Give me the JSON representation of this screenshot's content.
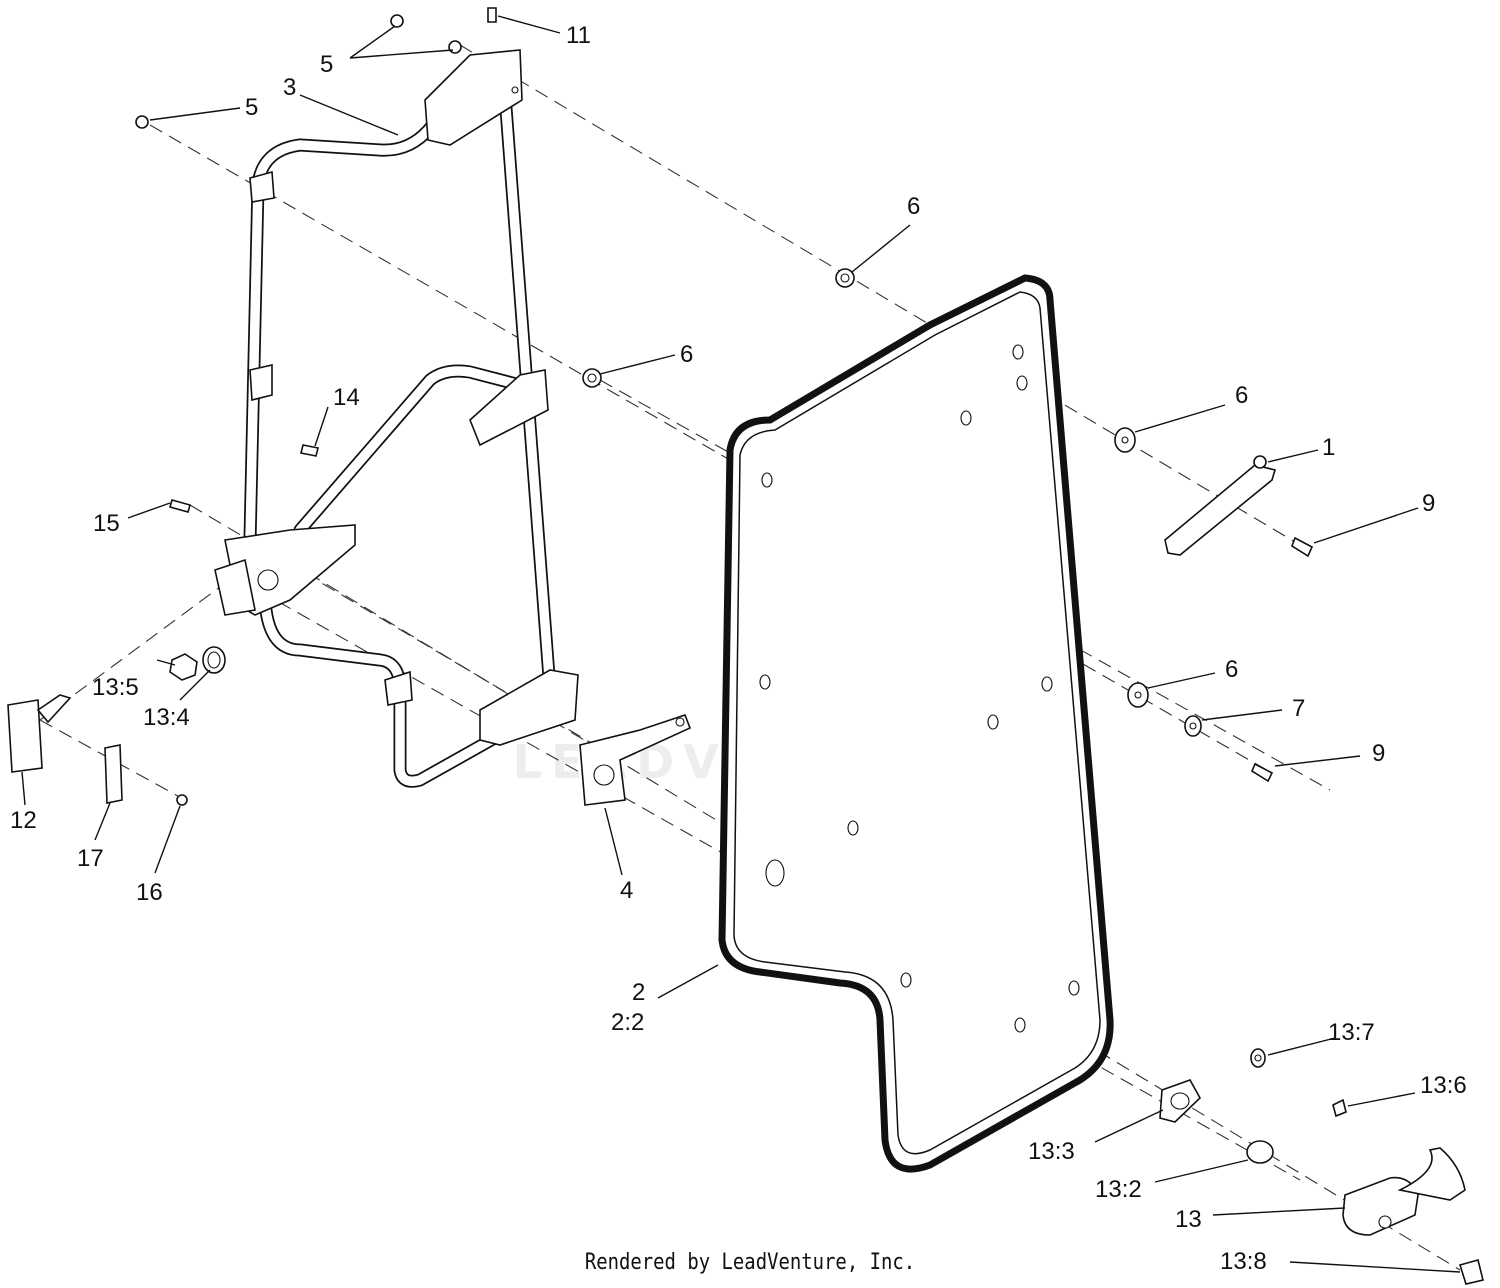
{
  "callouts": [
    {
      "id": "c1",
      "text": "1"
    },
    {
      "id": "c2",
      "text": "2"
    },
    {
      "id": "c2b",
      "text": "2:2"
    },
    {
      "id": "c3",
      "text": "3"
    },
    {
      "id": "c4",
      "text": "4"
    },
    {
      "id": "c5a",
      "text": "5"
    },
    {
      "id": "c5b",
      "text": "5"
    },
    {
      "id": "c6a",
      "text": "6"
    },
    {
      "id": "c6b",
      "text": "6"
    },
    {
      "id": "c6c",
      "text": "6"
    },
    {
      "id": "c6d",
      "text": "6"
    },
    {
      "id": "c7",
      "text": "7"
    },
    {
      "id": "c9a",
      "text": "9"
    },
    {
      "id": "c9b",
      "text": "9"
    },
    {
      "id": "c11",
      "text": "11"
    },
    {
      "id": "c12",
      "text": "12"
    },
    {
      "id": "c13",
      "text": "13"
    },
    {
      "id": "c13_2",
      "text": "13:2"
    },
    {
      "id": "c13_3",
      "text": "13:3"
    },
    {
      "id": "c13_4",
      "text": "13:4"
    },
    {
      "id": "c13_5",
      "text": "13:5"
    },
    {
      "id": "c13_6",
      "text": "13:6"
    },
    {
      "id": "c13_7",
      "text": "13:7"
    },
    {
      "id": "c13_8",
      "text": "13:8"
    },
    {
      "id": "c14",
      "text": "14"
    },
    {
      "id": "c15",
      "text": "15"
    },
    {
      "id": "c16",
      "text": "16"
    },
    {
      "id": "c17",
      "text": "17"
    }
  ],
  "watermark": "LEADVENTURE",
  "footer": "Rendered by LeadVenture, Inc."
}
